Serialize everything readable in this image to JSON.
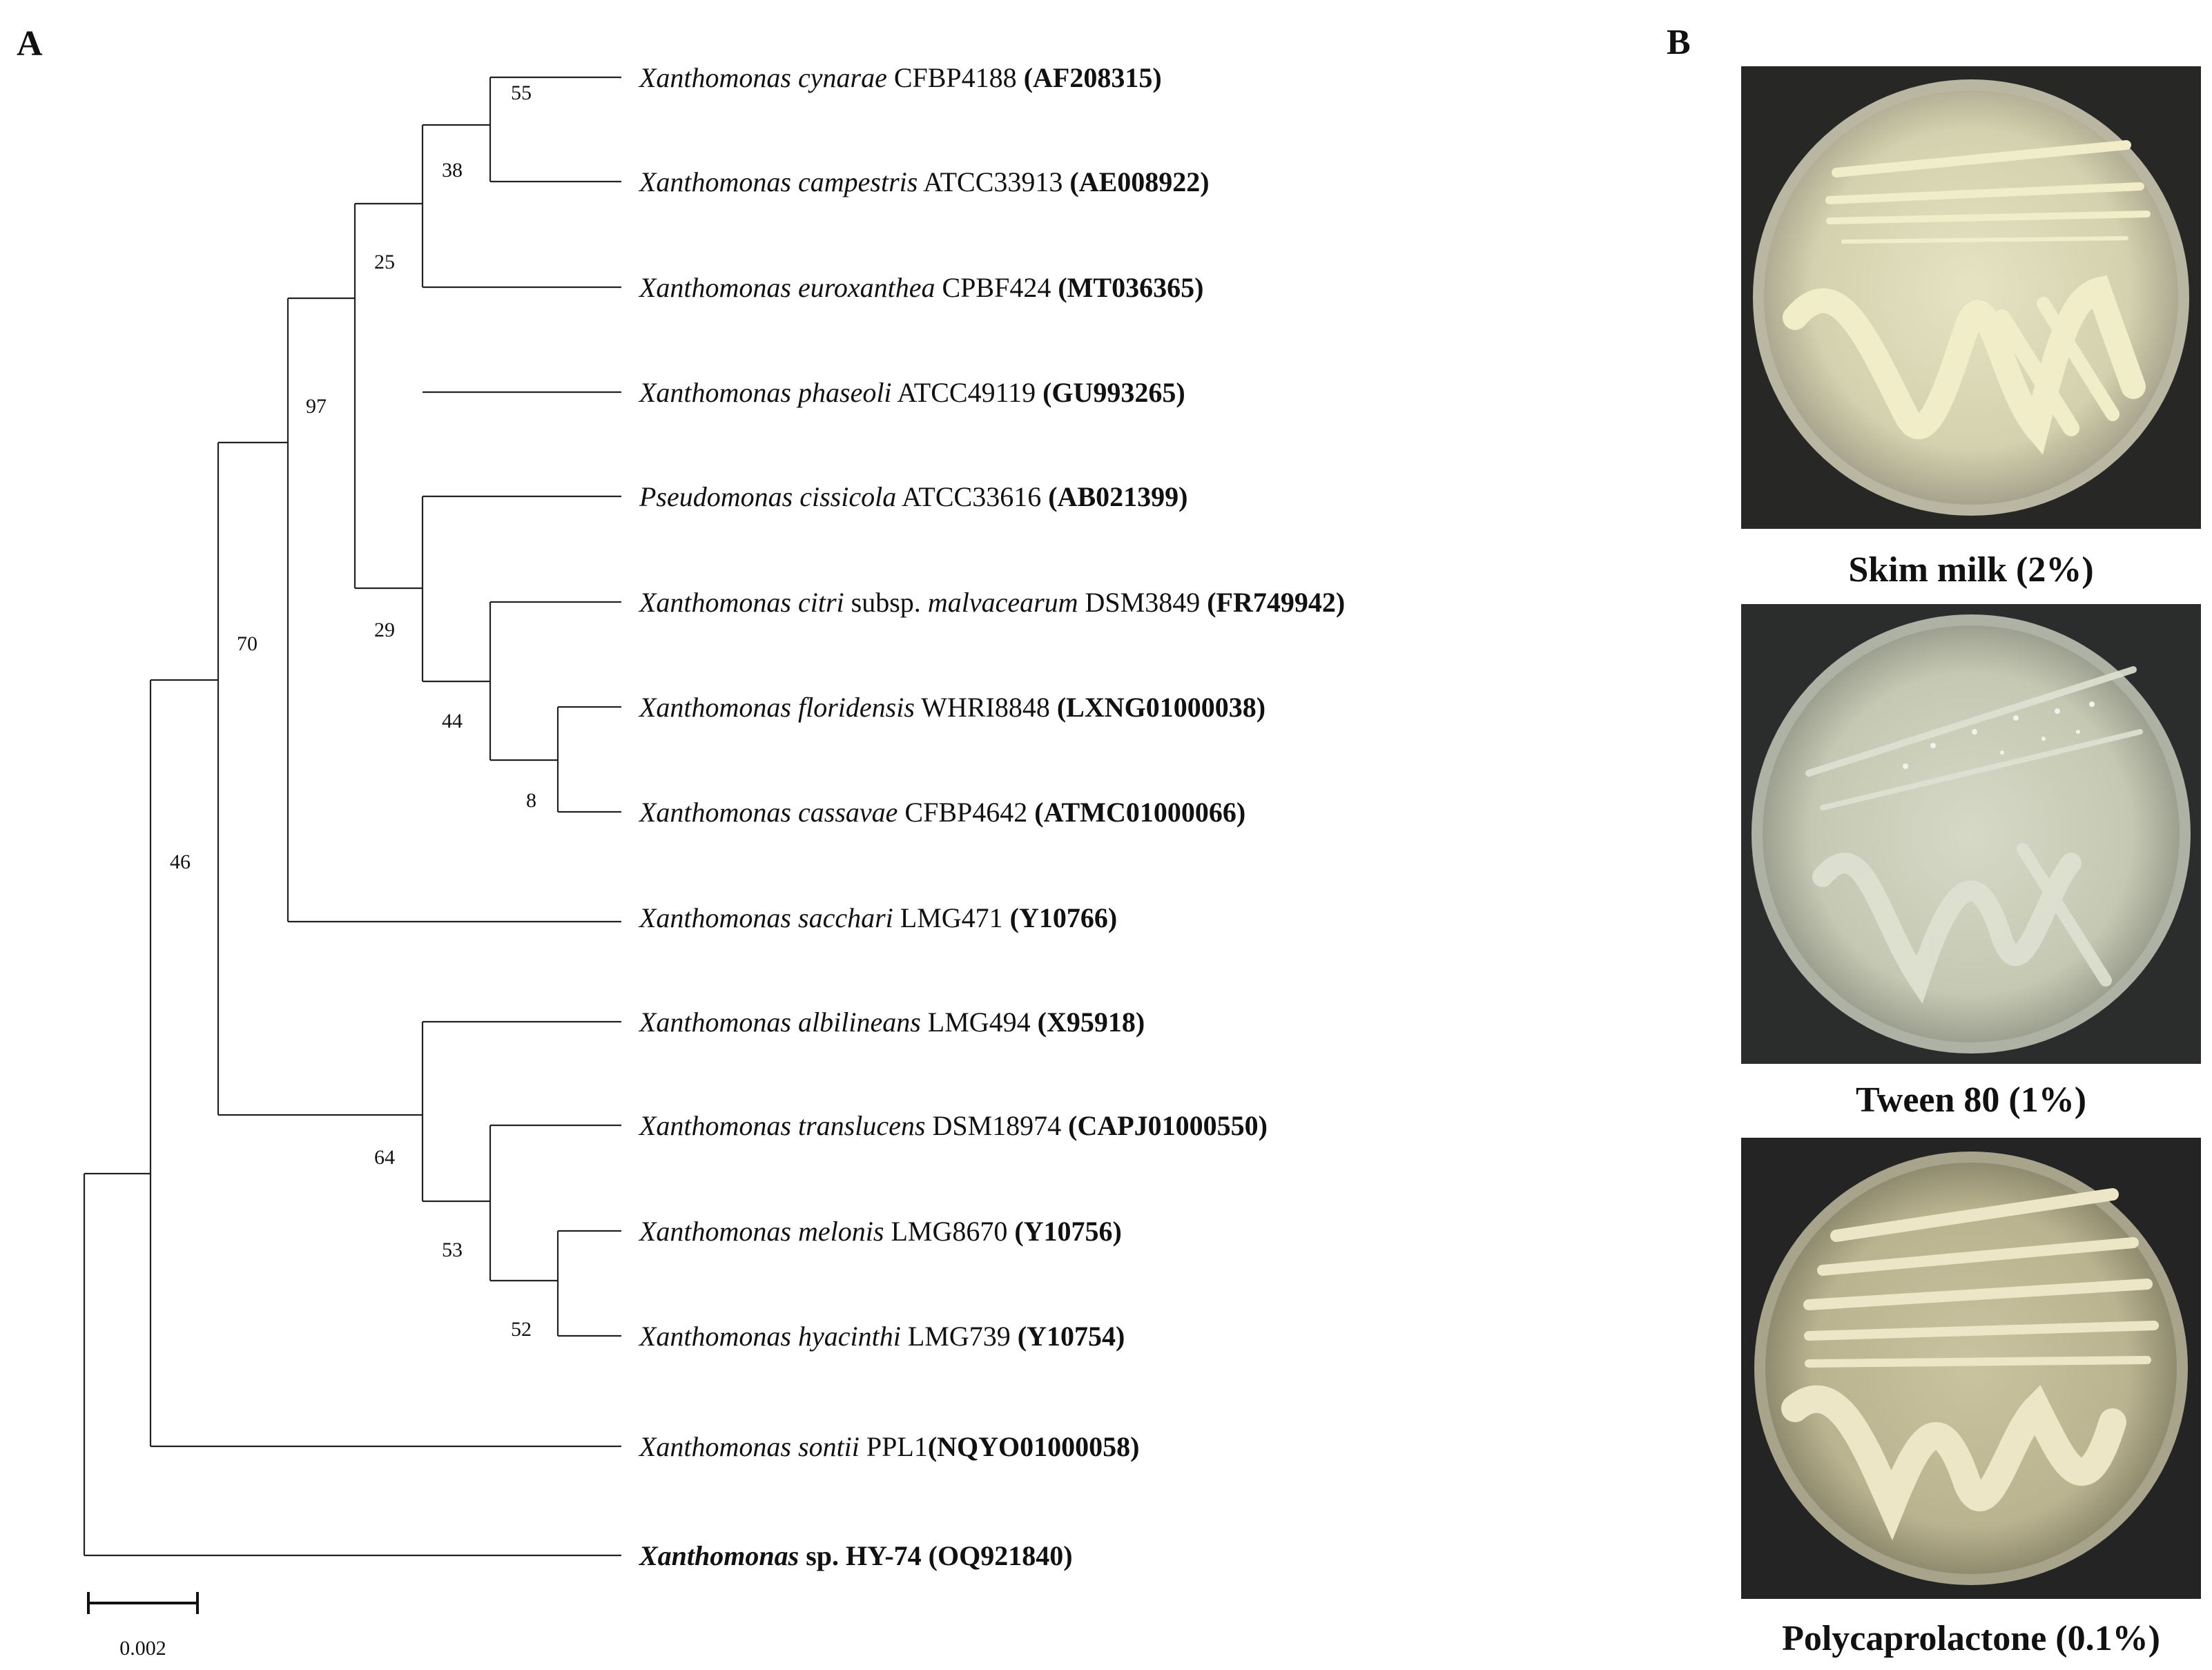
{
  "panels": {
    "a_letter": "A",
    "b_letter": "B"
  },
  "tree": {
    "scale_label": "0.002",
    "taxa": [
      {
        "id": "t1",
        "parts": [
          {
            "text": "Xanthomonas cynarae",
            "style": "it"
          },
          {
            "text": " CFBP4188 ",
            "style": "n"
          },
          {
            "text": "(AF208315)",
            "style": "bd"
          }
        ]
      },
      {
        "id": "t2",
        "parts": [
          {
            "text": "Xanthomonas campestris",
            "style": "it"
          },
          {
            "text": " ATCC33913 ",
            "style": "n"
          },
          {
            "text": "(AE008922)",
            "style": "bd"
          }
        ]
      },
      {
        "id": "t3",
        "parts": [
          {
            "text": "Xanthomonas euroxanthea",
            "style": "it"
          },
          {
            "text": " CPBF424 ",
            "style": "n"
          },
          {
            "text": "(MT036365)",
            "style": "bd"
          }
        ]
      },
      {
        "id": "t4",
        "parts": [
          {
            "text": "Xanthomonas phaseoli",
            "style": "it"
          },
          {
            "text": " ATCC49119 ",
            "style": "n"
          },
          {
            "text": "(GU993265)",
            "style": "bd"
          }
        ]
      },
      {
        "id": "t5",
        "parts": [
          {
            "text": "Pseudomonas cissicola",
            "style": "it"
          },
          {
            "text": " ATCC33616 ",
            "style": "n"
          },
          {
            "text": "(AB021399)",
            "style": "bd"
          }
        ]
      },
      {
        "id": "t6",
        "parts": [
          {
            "text": "Xanthomonas citri",
            "style": "it"
          },
          {
            "text": " subsp. ",
            "style": "n"
          },
          {
            "text": "malvacearum",
            "style": "it"
          },
          {
            "text": " DSM3849 ",
            "style": "n"
          },
          {
            "text": "(FR749942)",
            "style": "bd"
          }
        ]
      },
      {
        "id": "t7",
        "parts": [
          {
            "text": "Xanthomonas floridensis",
            "style": "it"
          },
          {
            "text": " WHRI8848 ",
            "style": "n"
          },
          {
            "text": "(LXNG01000038)",
            "style": "bd"
          }
        ]
      },
      {
        "id": "t8",
        "parts": [
          {
            "text": "Xanthomonas cassavae",
            "style": "it"
          },
          {
            "text": " CFBP4642 ",
            "style": "n"
          },
          {
            "text": "(ATMC01000066)",
            "style": "bd"
          }
        ]
      },
      {
        "id": "t9",
        "parts": [
          {
            "text": "Xanthomonas sacchari",
            "style": "it"
          },
          {
            "text": " LMG471 ",
            "style": "n"
          },
          {
            "text": "(Y10766)",
            "style": "bd"
          }
        ]
      },
      {
        "id": "t10",
        "parts": [
          {
            "text": "Xanthomonas albilineans",
            "style": "it"
          },
          {
            "text": " LMG494 ",
            "style": "n"
          },
          {
            "text": "(X95918)",
            "style": "bd"
          }
        ]
      },
      {
        "id": "t11",
        "parts": [
          {
            "text": "Xanthomonas translucens",
            "style": "it"
          },
          {
            "text": " DSM18974 ",
            "style": "n"
          },
          {
            "text": "(CAPJ01000550)",
            "style": "bd"
          }
        ]
      },
      {
        "id": "t12",
        "parts": [
          {
            "text": "Xanthomonas melonis",
            "style": "it"
          },
          {
            "text": " LMG8670 ",
            "style": "n"
          },
          {
            "text": "(Y10756)",
            "style": "bd"
          }
        ]
      },
      {
        "id": "t13",
        "parts": [
          {
            "text": "Xanthomonas hyacinthi",
            "style": "it"
          },
          {
            "text": " LMG739 ",
            "style": "n"
          },
          {
            "text": "(Y10754)",
            "style": "bd"
          }
        ]
      },
      {
        "id": "t14",
        "parts": [
          {
            "text": "Xanthomonas sontii",
            "style": "it"
          },
          {
            "text": " PPL1",
            "style": "n"
          },
          {
            "text": "(NQYO01000058)",
            "style": "bd"
          }
        ]
      },
      {
        "id": "t15",
        "parts": [
          {
            "text": "Xanthomonas",
            "style": "bi"
          },
          {
            "text": " sp. HY-74 (OQ921840)",
            "style": "bd"
          }
        ]
      }
    ],
    "bootstrap_values": {
      "n55": "55",
      "n38": "38",
      "n25": "25",
      "n97": "97",
      "n29": "29",
      "n44": "44",
      "n8": "8",
      "n70": "70",
      "n46": "46",
      "n64": "64",
      "n53": "53",
      "n52": "52"
    }
  },
  "plates": [
    {
      "id": "skim",
      "label": "Skim milk (2%)"
    },
    {
      "id": "tween",
      "label": "Tween 80 (1%)"
    },
    {
      "id": "pcl",
      "label": "Polycaprolactone (0.1%)"
    }
  ]
}
